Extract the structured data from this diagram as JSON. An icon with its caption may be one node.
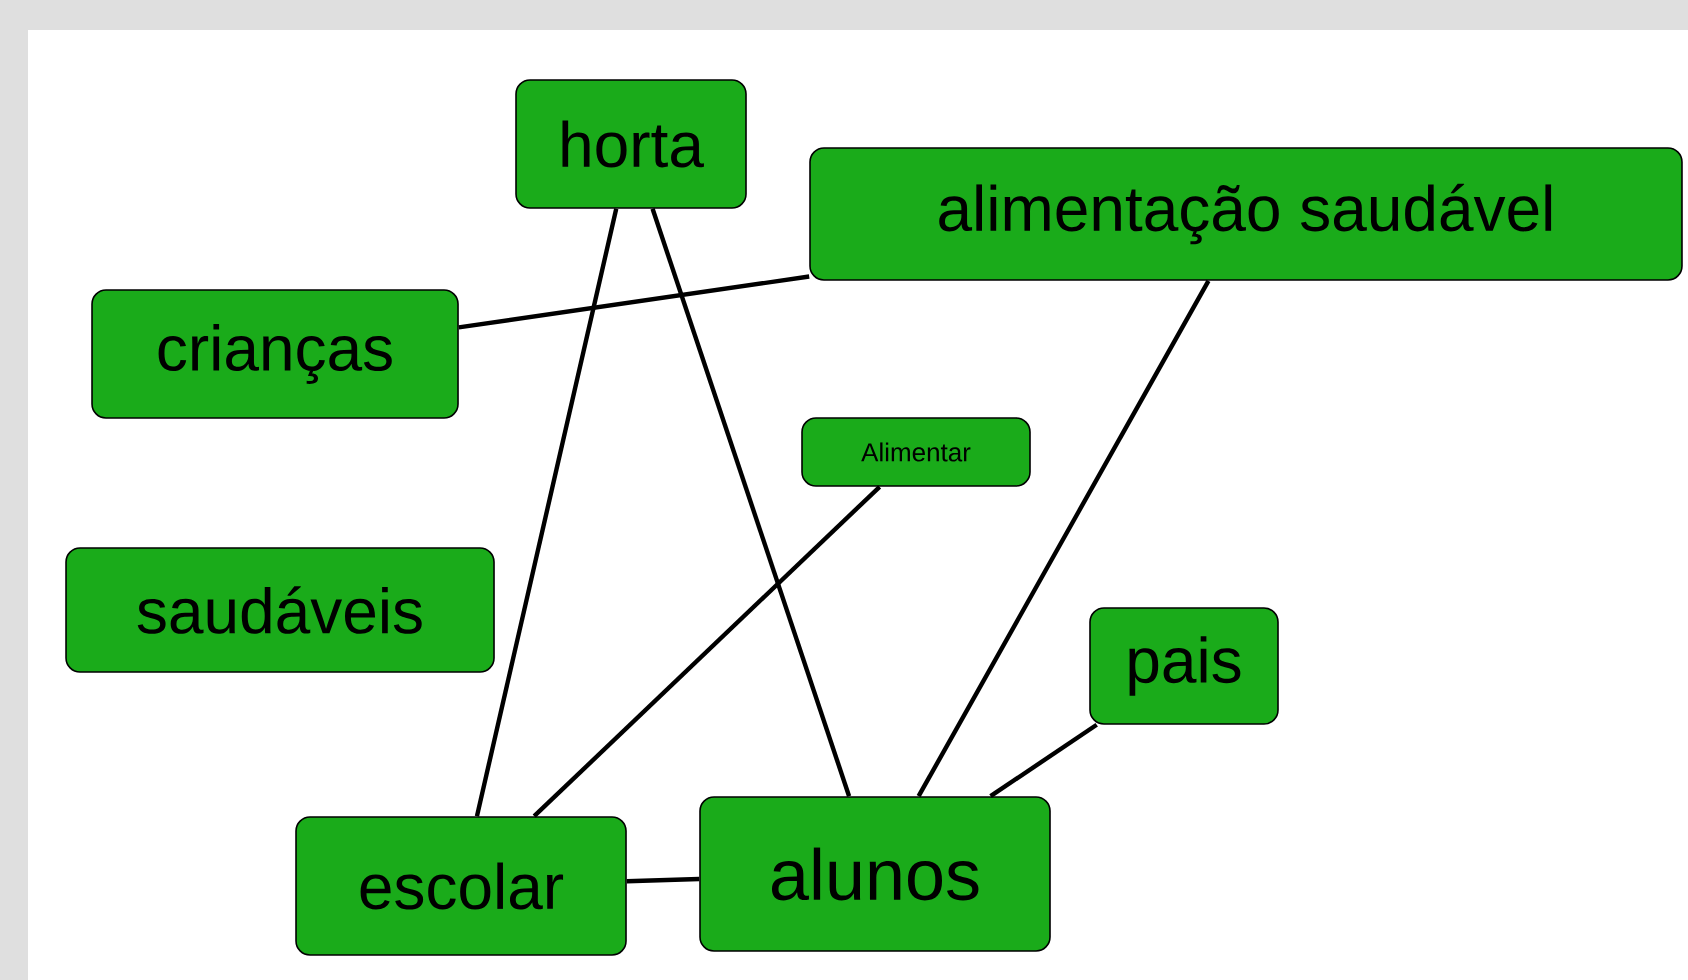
{
  "diagram": {
    "nodes": [
      {
        "text": [
          "horta"
        ]
      },
      {
        "text": [
          "alimentação saudável"
        ]
      },
      {
        "text": [
          "crianças"
        ]
      },
      {
        "text": [
          "Alimentar"
        ]
      },
      {
        "text": [
          "saudáveis"
        ]
      },
      {
        "text": [
          "pais"
        ]
      },
      {
        "text": [
          "escolar"
        ]
      },
      {
        "text": [
          "alunos"
        ]
      }
    ],
    "edges": [
      {
        "from": 2,
        "to": 1,
        "arrow": "none"
      },
      {
        "from": 0,
        "to": 6,
        "arrow": "none"
      },
      {
        "from": 0,
        "to": 7,
        "arrow": "none"
      },
      {
        "from": 3,
        "to": 6,
        "arrow": "none"
      },
      {
        "from": 1,
        "to": 7,
        "arrow": "none"
      },
      {
        "from": 5,
        "to": 7,
        "arrow": "none"
      },
      {
        "from": 6,
        "to": 7,
        "arrow": "none"
      }
    ]
  }
}
